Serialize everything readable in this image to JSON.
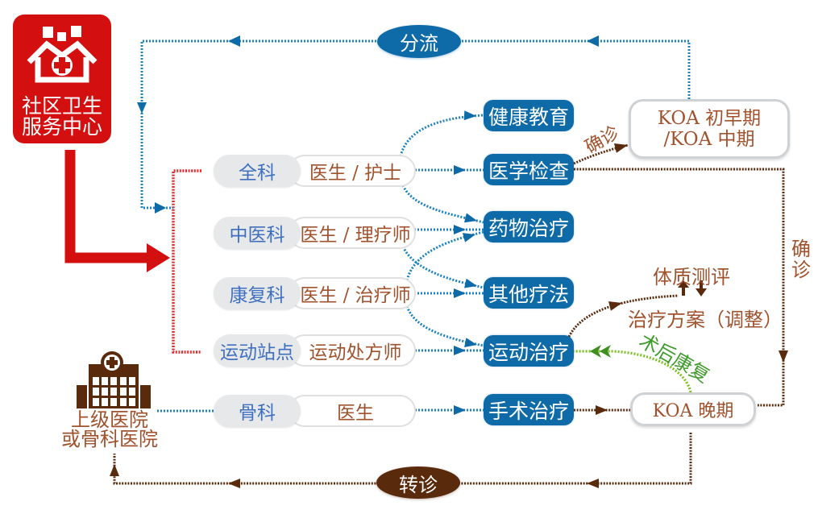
{
  "community_center": {
    "line1": "社区卫生",
    "line2": "服务中心",
    "icon": "community-health-house-icon"
  },
  "hospital": {
    "line1": "上级医院",
    "line2": "或骨科医院",
    "icon": "hospital-building-icon"
  },
  "flows": {
    "triage": "分流",
    "referral": "转诊"
  },
  "departments": [
    {
      "department": "全科",
      "staff": "医生 / 护士"
    },
    {
      "department": "中医科",
      "staff": "医生 / 理疗师"
    },
    {
      "department": "康复科",
      "staff": "医生 / 治疗师"
    },
    {
      "department": "运动站点",
      "staff": "运动处方师"
    },
    {
      "department": "骨科",
      "staff": "医生"
    }
  ],
  "treatments": [
    "健康教育",
    "医学检查",
    "药物治疗",
    "其他疗法",
    "运动治疗",
    "手术治疗"
  ],
  "stages": {
    "early_mid_line1": "KOA 初早期",
    "early_mid_line2": "/KOA 中期",
    "late": "KOA 晚期"
  },
  "annotations": {
    "diagnosis_top": "确诊",
    "diagnosis_right_1": "确",
    "diagnosis_right_2": "诊",
    "assessment": "体质测评",
    "plan": "治疗方案（调整）",
    "post_op_rehab": "术后康复"
  },
  "colors": {
    "red": "#d40f10",
    "blue": "#0e6ba8",
    "brown": "#5a2a0c",
    "text-brown": "#a0522d",
    "dept-blue": "#3f6fbf",
    "green": "#3e9b2c",
    "green-line": "#7cc11c",
    "pill-gray": "#e7e8ea",
    "line-blue": "#1a82c2"
  }
}
